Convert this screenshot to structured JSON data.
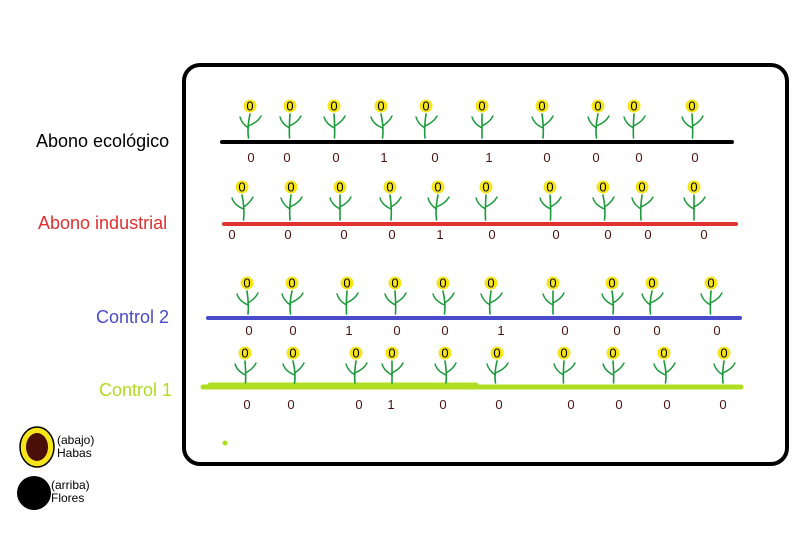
{
  "colors": {
    "ecologico": "#000000",
    "industrial": "#e03030",
    "control2": "#4a4acc",
    "control1": "#b0dc22",
    "stem": "#1a9a3a",
    "seed_ring": "#f5e51a",
    "seed_fill": "#4a0f08",
    "count_text": "#4a1010",
    "frame": "#000000"
  },
  "rows": [
    {
      "key": "ecologico",
      "label": "Abono ecológico",
      "top_values": [
        "0",
        "0",
        "0",
        "0",
        "0",
        "0",
        "0",
        "0",
        "0",
        "0"
      ],
      "bottom_values": [
        "0",
        "0",
        "0",
        "1",
        "0",
        "1",
        "0",
        "0",
        "0",
        "0"
      ]
    },
    {
      "key": "industrial",
      "label": "Abono industrial",
      "top_values": [
        "0",
        "0",
        "0",
        "0",
        "0",
        "0",
        "0",
        "0",
        "0",
        "0"
      ],
      "bottom_values": [
        "0",
        "0",
        "0",
        "0",
        "1",
        "0",
        "0",
        "0",
        "0",
        "0"
      ]
    },
    {
      "key": "control2",
      "label": "Control 2",
      "top_values": [
        "0",
        "0",
        "0",
        "0",
        "0",
        "0",
        "0",
        "0",
        "0",
        "0"
      ],
      "bottom_values": [
        "0",
        "0",
        "1",
        "0",
        "0",
        "1",
        "0",
        "0",
        "0",
        "0"
      ]
    },
    {
      "key": "control1",
      "label": "Control 1",
      "top_values": [
        "0",
        "0",
        "0",
        "0",
        "0",
        "0",
        "0",
        "0",
        "0",
        "0"
      ],
      "bottom_values": [
        "0",
        "0",
        "0",
        "1",
        "0",
        "0",
        "0",
        "0",
        "0",
        "0"
      ]
    }
  ],
  "legend": {
    "haba": {
      "position": "(abajo)",
      "name": "Habas",
      "icon": "haba-seed-icon"
    },
    "flor": {
      "position": "(arriba)",
      "name": "Flores",
      "icon": "flower-dot-icon"
    }
  }
}
